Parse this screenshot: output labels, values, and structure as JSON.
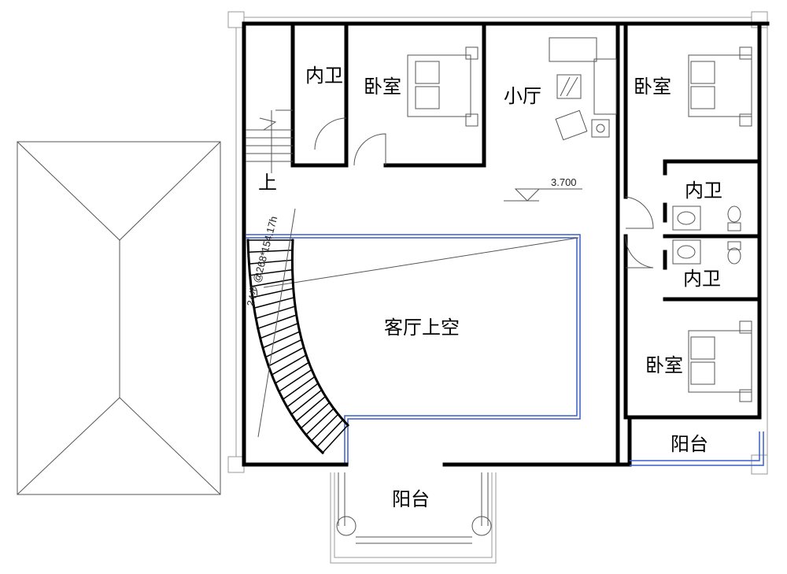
{
  "plan": {
    "rooms": {
      "bath_top_left": "内卫",
      "bedroom_top": "卧室",
      "small_hall": "小厅",
      "bedroom_top_right": "卧室",
      "bath_right_upper": "内卫",
      "bath_right_lower": "内卫",
      "bedroom_right": "卧室",
      "balcony_right": "阳台",
      "balcony_front": "阳台",
      "living_void": "客厅上空"
    },
    "stair_up_label": "上",
    "stair_annotation": "24步 @268*154.17h",
    "elevation": "3.700"
  },
  "colors": {
    "wall": "#000000",
    "railing": "#3a5fc8"
  }
}
